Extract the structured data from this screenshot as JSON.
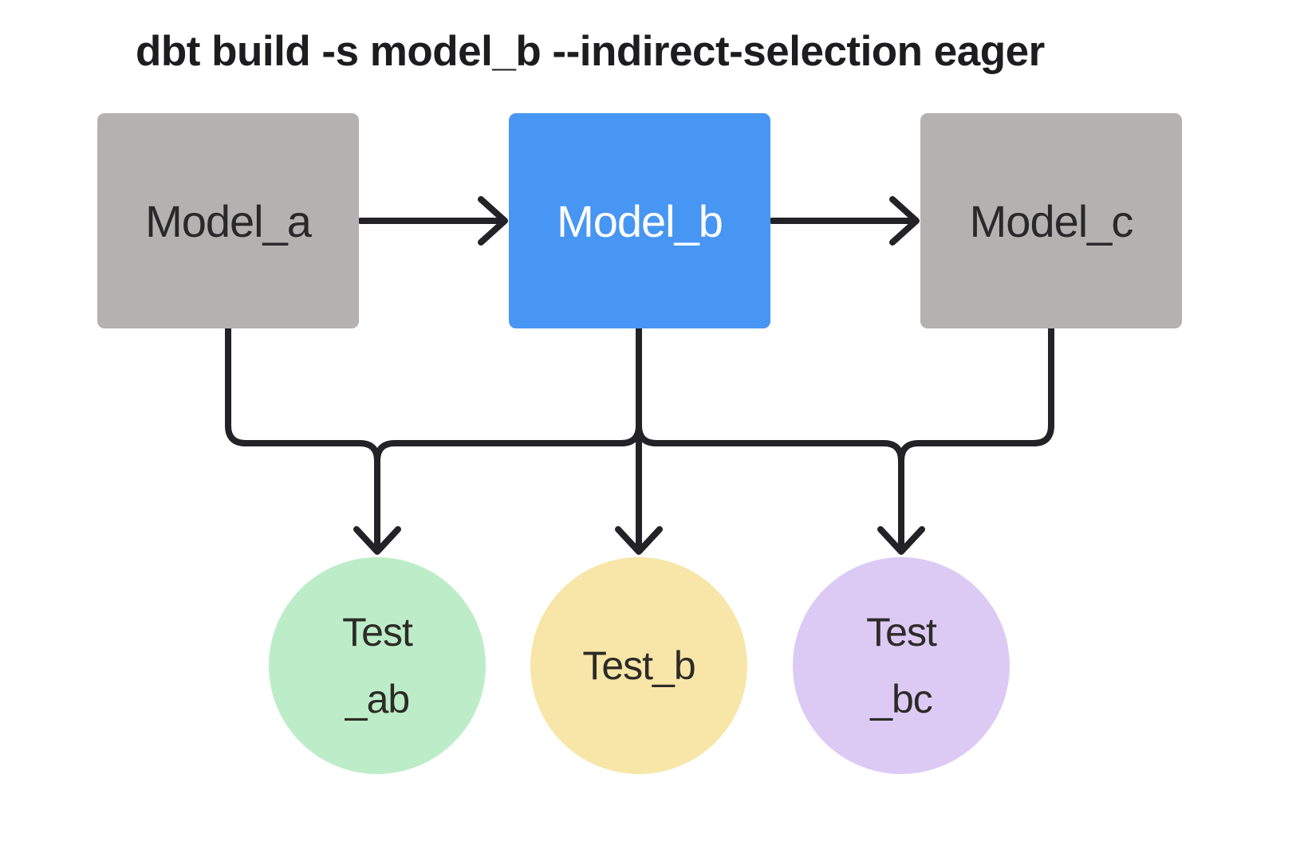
{
  "title": "dbt build -s model_b --indirect-selection eager",
  "colors": {
    "background": "#ffffff",
    "gray": "#b3b2b1",
    "blue": "#4896f3",
    "green": "#bdedc8",
    "yellow": "#f7e6a8",
    "purple": "#dccaf5",
    "line": "#232226",
    "title_text": "#1d1d1f",
    "node_text_dark": "#29292b",
    "node_text_light": "#ffffff",
    "test_text": "#2d2b27"
  },
  "nodes": {
    "model_a": {
      "label": "Model_a",
      "shape": "rect",
      "fill": "gray"
    },
    "model_b": {
      "label": "Model_b",
      "shape": "rect",
      "fill": "blue"
    },
    "model_c": {
      "label": "Model_c",
      "shape": "rect",
      "fill": "gray"
    },
    "test_ab": {
      "label_line1": "Test",
      "label_line2": "_ab",
      "shape": "circle",
      "fill": "green"
    },
    "test_b": {
      "label": "Test_b",
      "shape": "circle",
      "fill": "yellow"
    },
    "test_bc": {
      "label_line1": "Test",
      "label_line2": "_bc",
      "shape": "circle",
      "fill": "purple"
    }
  },
  "edges": [
    {
      "from": "model_a",
      "to": "model_b"
    },
    {
      "from": "model_b",
      "to": "model_c"
    },
    {
      "from": "model_a",
      "to": "test_ab"
    },
    {
      "from": "model_b",
      "to": "test_ab"
    },
    {
      "from": "model_b",
      "to": "test_b"
    },
    {
      "from": "model_b",
      "to": "test_bc"
    },
    {
      "from": "model_c",
      "to": "test_bc"
    }
  ]
}
